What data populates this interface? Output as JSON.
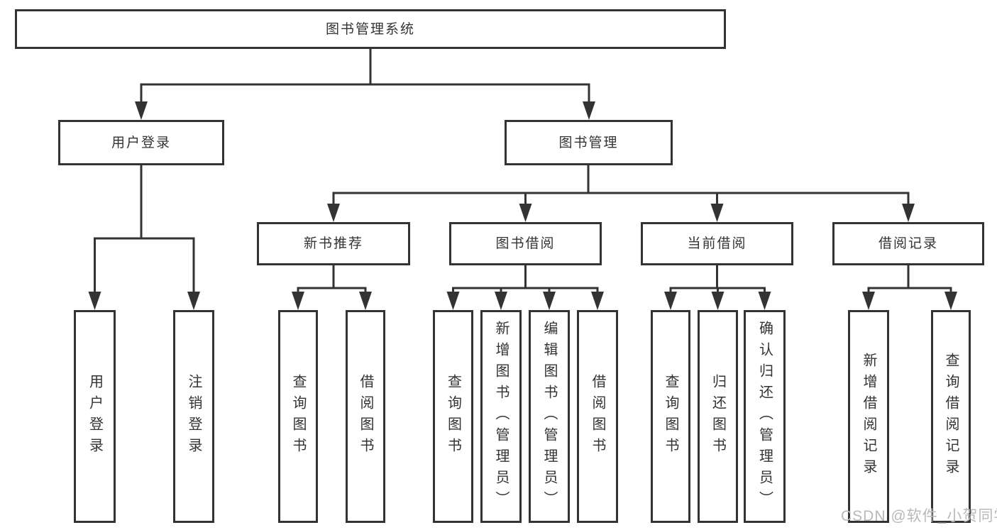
{
  "diagram": {
    "root": {
      "label": "图书管理系统"
    },
    "level2": [
      {
        "label": "用户登录"
      },
      {
        "label": "图书管理"
      }
    ],
    "level3": [
      {
        "label": "新书推荐"
      },
      {
        "label": "图书借阅"
      },
      {
        "label": "当前借阅"
      },
      {
        "label": "借阅记录"
      }
    ],
    "leaves": {
      "user_login": [
        "用户登录",
        "注销登录"
      ],
      "new_books": [
        "查询图书",
        "借阅图书"
      ],
      "book_borrow": [
        "查询图书",
        "新增图书（管理员）",
        "编辑图书（管理员）",
        "借阅图书"
      ],
      "current_borrow": [
        "查询图书",
        "归还图书",
        "确认归还（管理员）"
      ],
      "borrow_records": [
        "新增借阅记录",
        "查询借阅记录"
      ]
    }
  },
  "watermark": {
    "text": "CSDN @软件_小贺同学"
  },
  "colors": {
    "line": "#333333",
    "text": "#333333",
    "box_bg": "#ffffff",
    "watermark": "#b9b9b9"
  }
}
